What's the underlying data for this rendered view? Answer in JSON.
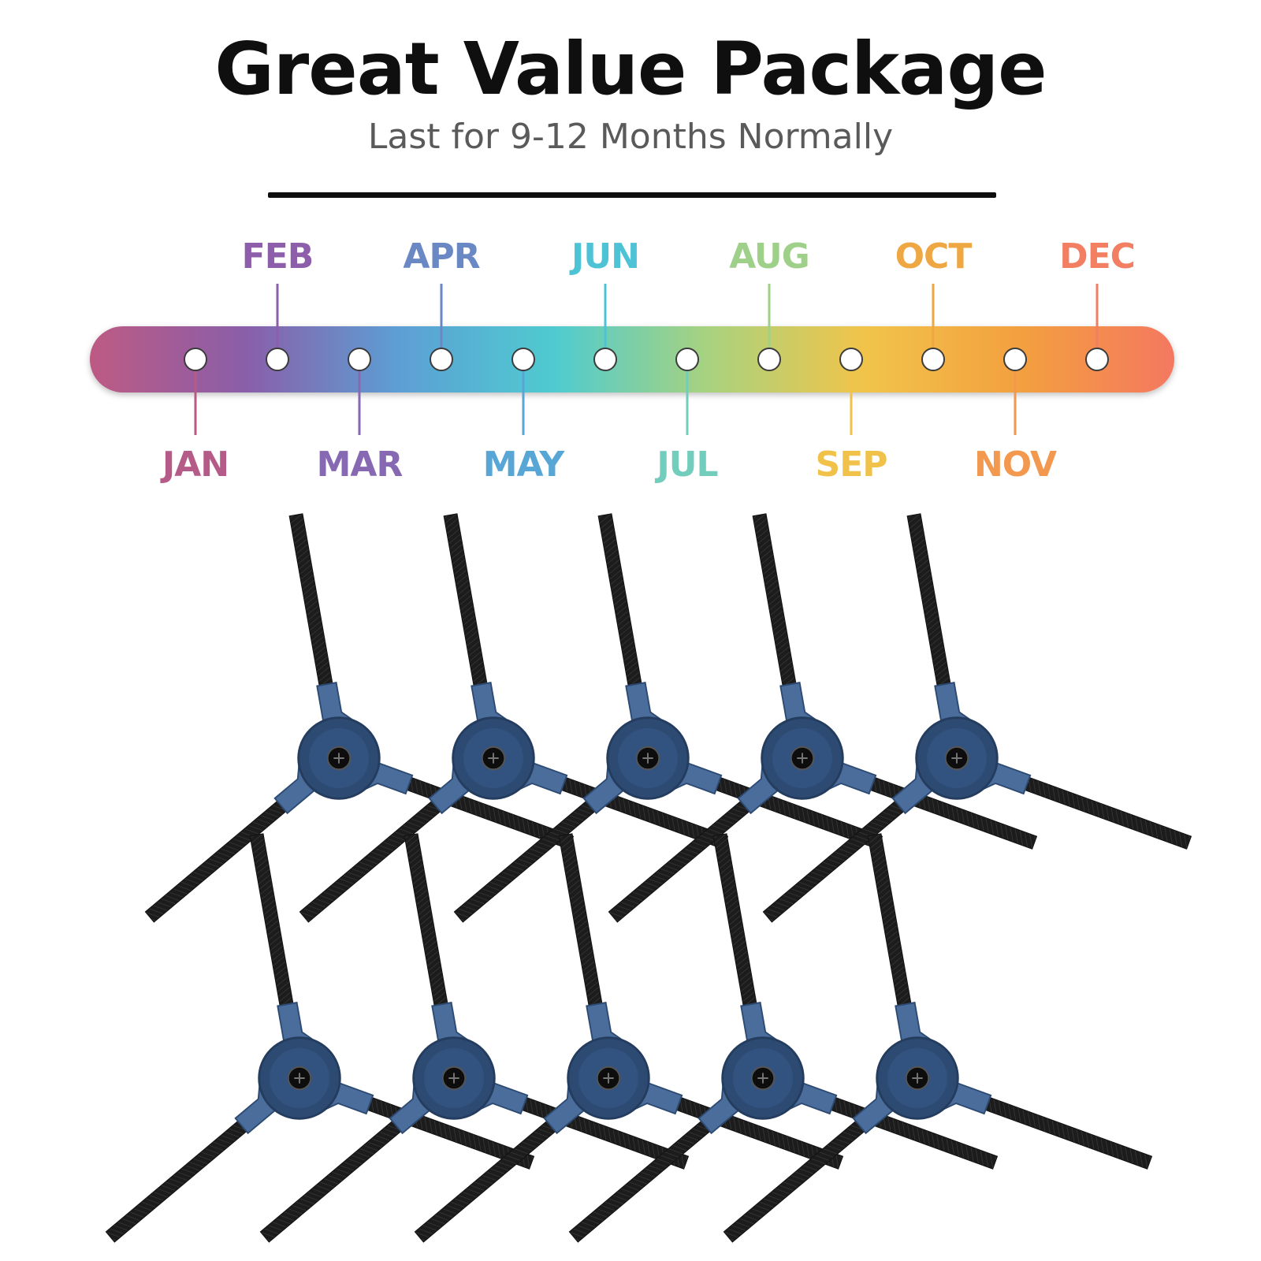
{
  "header": {
    "title": "Great Value Package",
    "subtitle": "Last for 9-12 Months Normally"
  },
  "timeline": {
    "months": [
      {
        "label": "JAN",
        "color": "#b55b87",
        "position": "below"
      },
      {
        "label": "FEB",
        "color": "#8d5ea9",
        "position": "above"
      },
      {
        "label": "MAR",
        "color": "#8668b3",
        "position": "below"
      },
      {
        "label": "APR",
        "color": "#6a88c4",
        "position": "above"
      },
      {
        "label": "MAY",
        "color": "#58a6d6",
        "position": "below"
      },
      {
        "label": "JUN",
        "color": "#4fc3d6",
        "position": "above"
      },
      {
        "label": "JUL",
        "color": "#72cdbd",
        "position": "below"
      },
      {
        "label": "AUG",
        "color": "#9fd08a",
        "position": "above"
      },
      {
        "label": "SEP",
        "color": "#f1c24a",
        "position": "below"
      },
      {
        "label": "OCT",
        "color": "#eea743",
        "position": "above"
      },
      {
        "label": "NOV",
        "color": "#f3984f",
        "position": "below"
      },
      {
        "label": "DEC",
        "color": "#f27f62",
        "position": "above"
      }
    ],
    "gradient": [
      "#bd5a83",
      "#8a5ea9",
      "#5c9fd4",
      "#4fcbd0",
      "#a9d27e",
      "#f1c44a",
      "#f3a03f",
      "#f47860"
    ]
  },
  "product": {
    "name": "side-brush",
    "count": 10,
    "hub_color": "#2d4a72",
    "arm_color": "#4a6d9c",
    "bristle_color": "#1c1c1c"
  }
}
